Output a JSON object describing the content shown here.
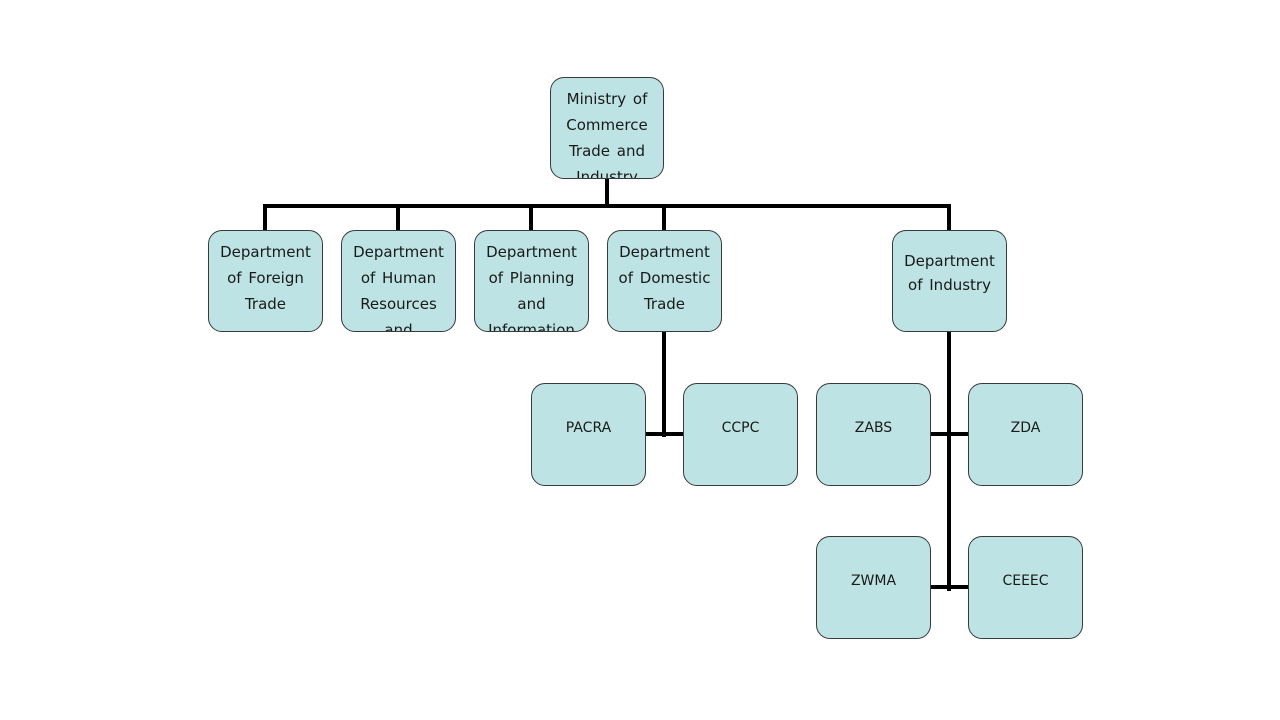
{
  "chart": {
    "root": "Ministry of Commerce Trade and Industry",
    "departments": {
      "foreign_trade": "Department of Foreign Trade",
      "human_resources": "Department of Human Resources and",
      "planning": "Department of Planning and Information",
      "domestic_trade": "Department of Domestic Trade",
      "industry": "Department of Industry"
    },
    "agencies": {
      "pacra": "PACRA",
      "ccpc": "CCPC",
      "zabs": "ZABS",
      "zda": "ZDA",
      "zwma": "ZWMA",
      "ceeec": "CEEEC"
    }
  },
  "colors": {
    "box_fill": "#bde3e4",
    "box_border": "#3a3a3a",
    "connector": "#000000"
  }
}
